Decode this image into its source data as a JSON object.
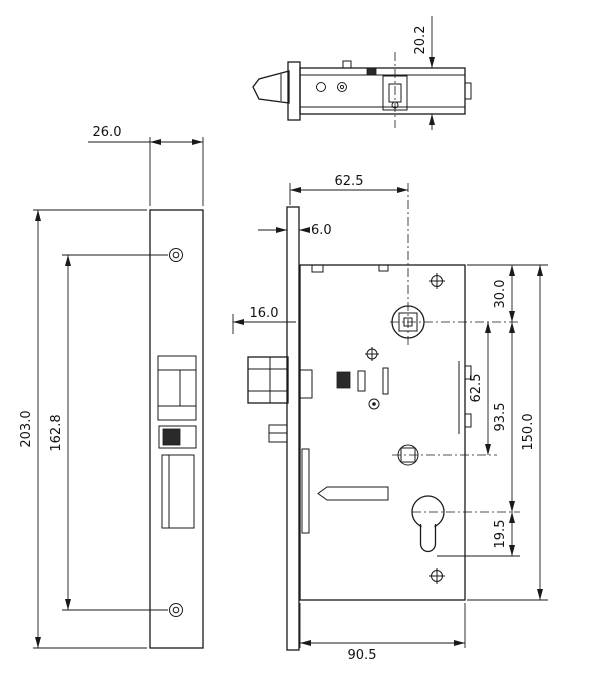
{
  "drawing": {
    "colors": {
      "background": "#ffffff",
      "line": "#1a1a1a",
      "text": "#111111"
    },
    "top_view": {
      "dims": {
        "case_thickness": "20.2"
      }
    },
    "faceplate_view": {
      "dims": {
        "width": "26.0",
        "height": "203.0",
        "screw_spacing": "162.8"
      }
    },
    "side_view": {
      "dims": {
        "backset": "62.5",
        "faceplate_thickness": "6.0",
        "latch_offset": "16.0",
        "top_to_spindle": "30.0",
        "spindle_to_follower": "62.5",
        "spindle_to_cylinder": "93.5",
        "case_height": "150.0",
        "cylinder_offset": "19.5",
        "case_depth": "90.5"
      }
    }
  }
}
